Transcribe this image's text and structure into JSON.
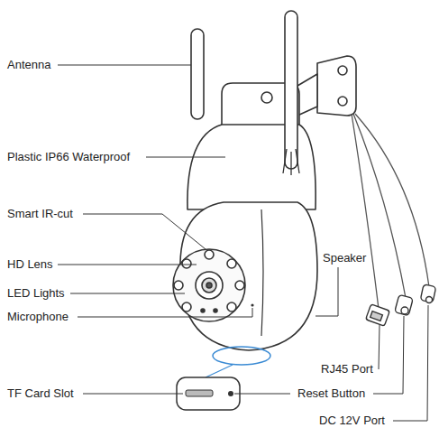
{
  "diagram": {
    "labels": [
      "Antenna",
      "Plastic IP66 Waterproof",
      "Smart IR-cut",
      "HD Lens",
      "LED Lights",
      "Microphone",
      "Speaker",
      "TF Card Slot",
      "RJ45 Port",
      "Reset Button",
      "DC 12V Port"
    ]
  }
}
